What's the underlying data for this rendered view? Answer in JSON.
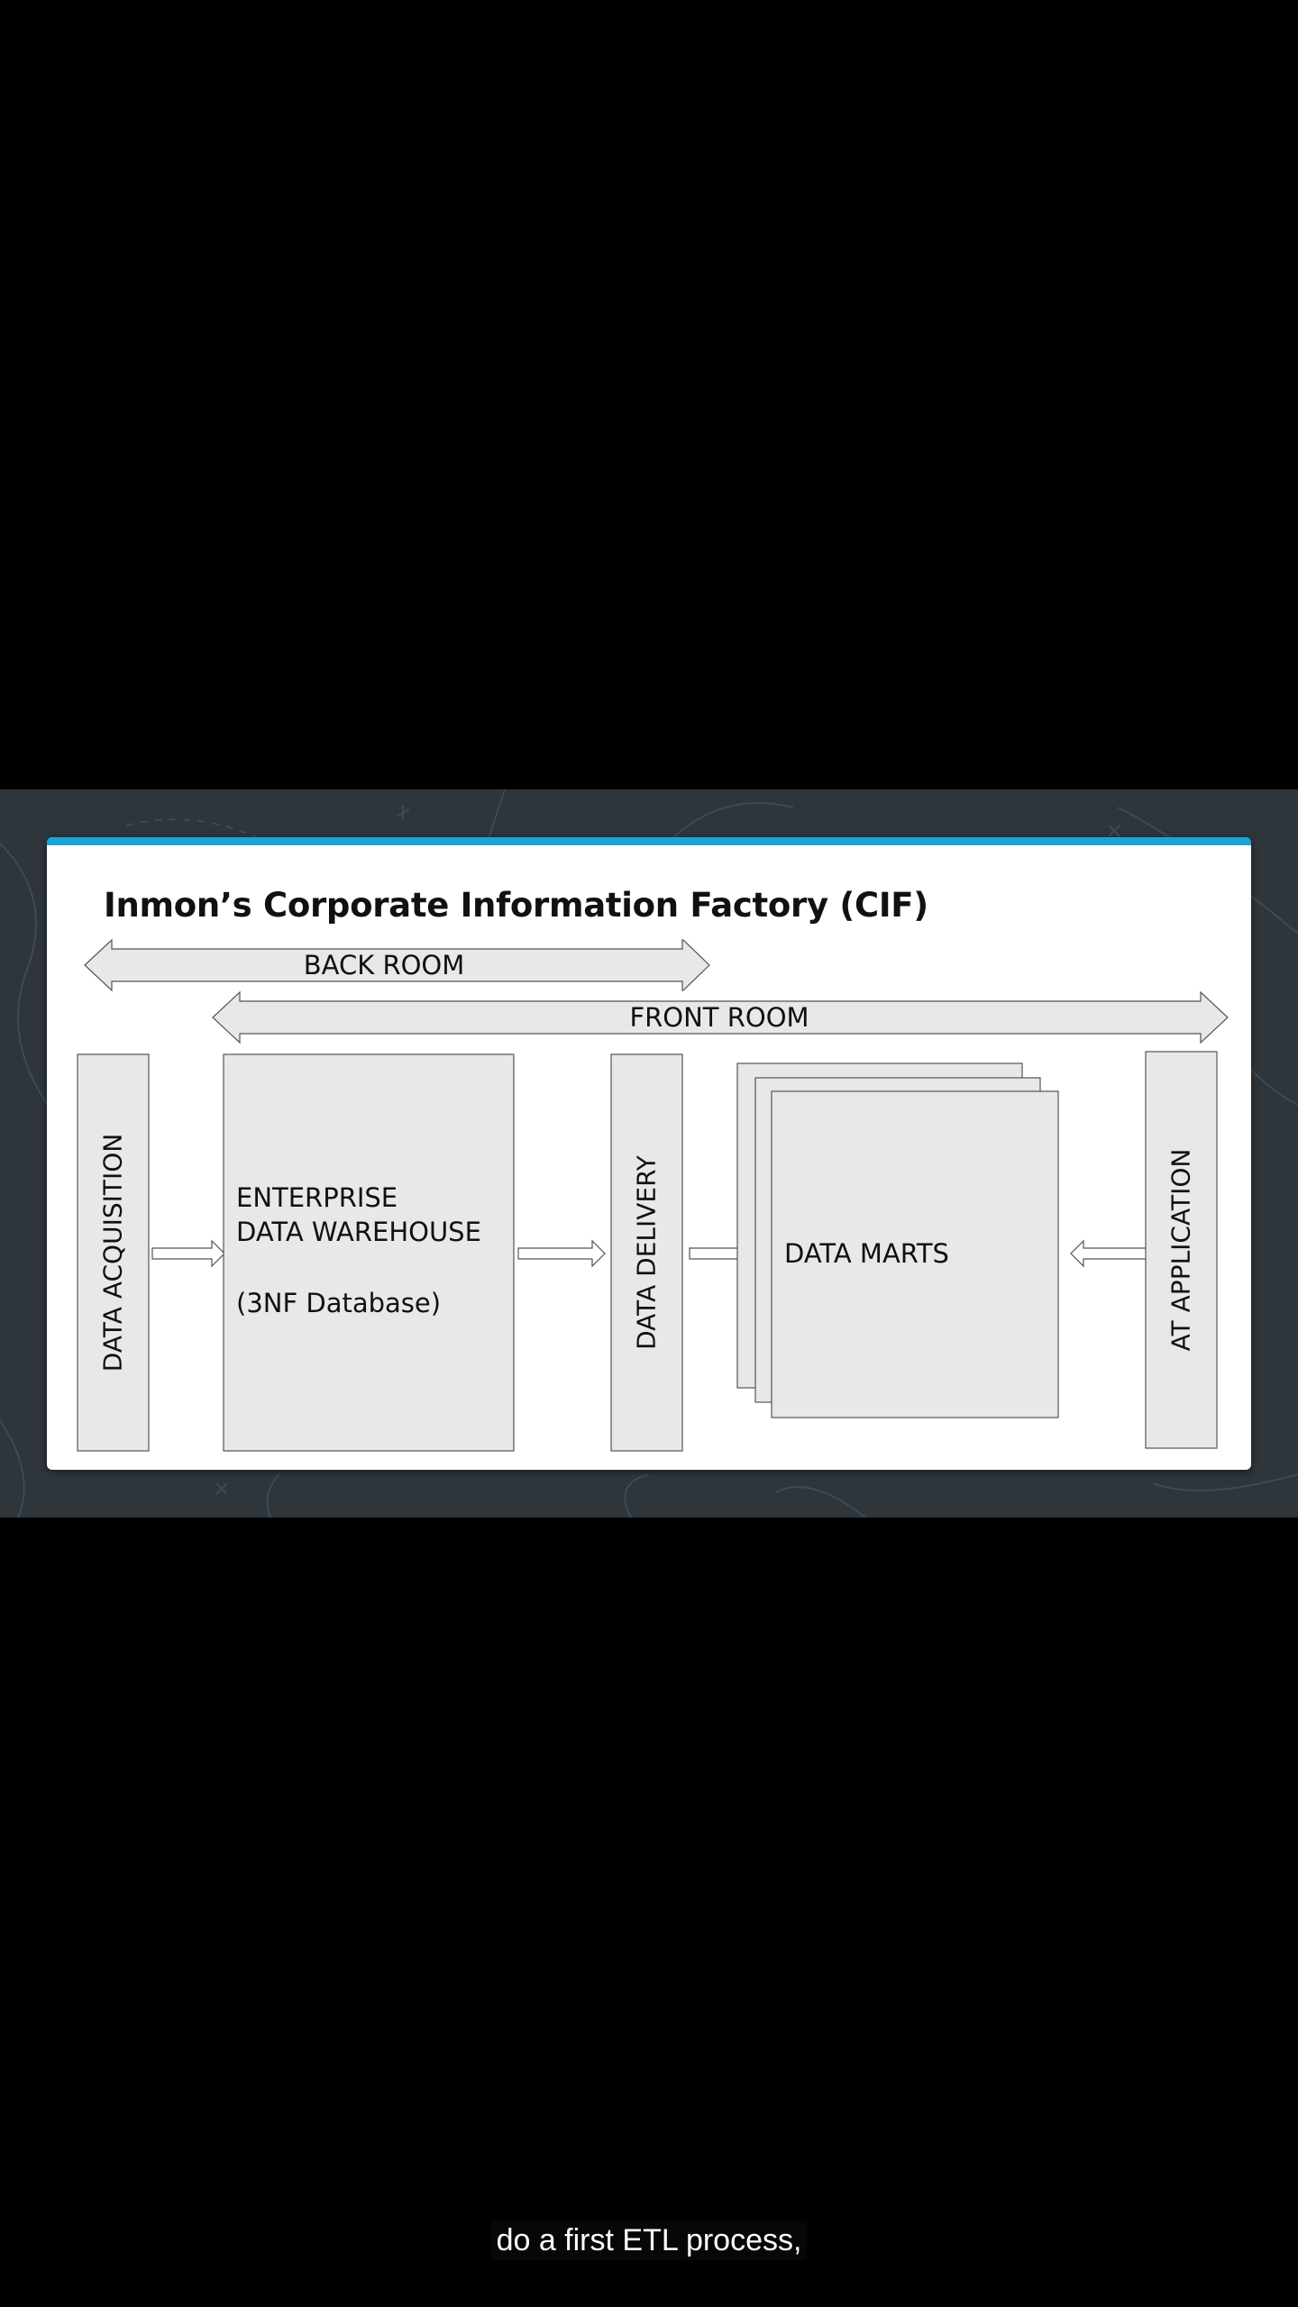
{
  "slide": {
    "title": "Inmon’s Corporate Information Factory (CIF)",
    "accent_color": "#1ba3d6",
    "back_room_label": "BACK ROOM",
    "front_room_label": "FRONT ROOM",
    "data_acquisition_label": "DATA ACQUISITION",
    "edw_line1": "ENTERPRISE",
    "edw_line2": "DATA WAREHOUSE",
    "edw_line3": "(3NF Database)",
    "data_delivery_label": "DATA DELIVERY",
    "data_marts_label": "DATA MARTS",
    "bi_application_label": "AT APPLICATION"
  },
  "subtitle": {
    "text": "do a first ETL process,"
  }
}
